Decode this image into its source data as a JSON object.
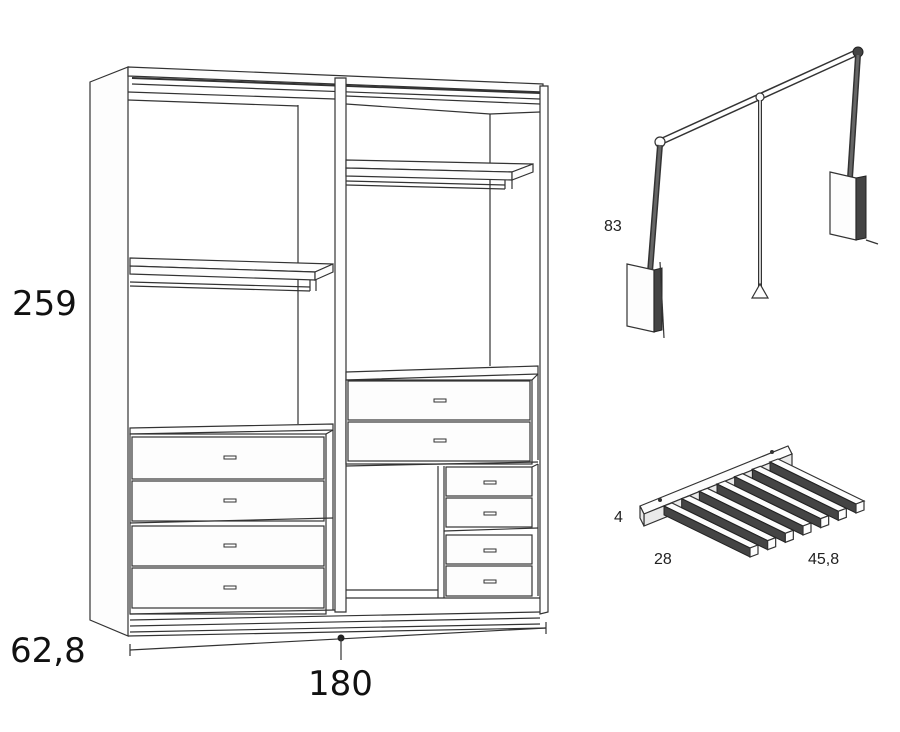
{
  "dimensions": {
    "height": "259",
    "depth": "62,8",
    "width": "180"
  },
  "pull_down_rail": {
    "height": "83"
  },
  "trouser_rack": {
    "height": "4",
    "width": "28",
    "depth": "45,8"
  }
}
